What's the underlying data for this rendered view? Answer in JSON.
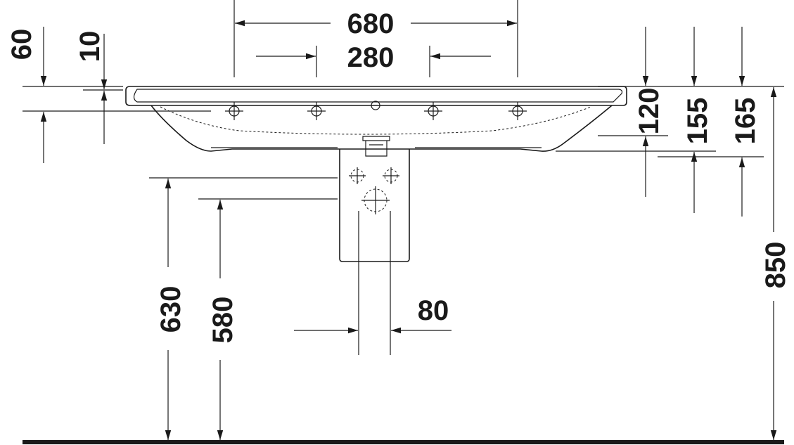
{
  "drawing": {
    "dimensions": {
      "width_680": "680",
      "holes_280": "280",
      "depth_60": "60",
      "rim_10": "10",
      "drop_120": "120",
      "drop_155": "155",
      "drop_165": "165",
      "height_630": "630",
      "height_580": "580",
      "pipe_80": "80",
      "height_850": "850"
    }
  }
}
